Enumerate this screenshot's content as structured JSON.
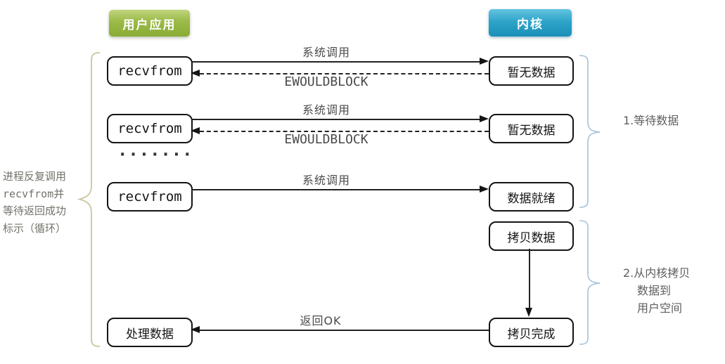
{
  "headers": {
    "user_app": "用户应用",
    "kernel": "内核"
  },
  "left_note": {
    "lines": [
      "进程反复调用",
      "recvfrom并",
      "等待返回成功",
      "标示（循环）"
    ]
  },
  "rows": [
    {
      "left": "recvfrom",
      "right": "暂无数据",
      "call_label": "系统调用",
      "return_label": "EWOULDBLOCK"
    },
    {
      "left": "recvfrom",
      "right": "暂无数据",
      "call_label": "系统调用",
      "return_label": "EWOULDBLOCK"
    },
    {
      "left": "recvfrom",
      "right": "数据就绪",
      "call_label": "系统调用"
    }
  ],
  "ellipsis": "·······",
  "bottom": {
    "copy_data": "拷贝数据",
    "copy_done": "拷贝完成",
    "process_data": "处理数据",
    "return_label": "返回OK"
  },
  "annotations": {
    "wait": "1.等待数据",
    "copy_lines": [
      "2.从内核拷贝",
      "数据到",
      "用户空间"
    ]
  },
  "colors": {
    "user_app_green": "#9cbb49",
    "kernel_blue": "#2ea4c9",
    "left_brace_tan": "#d0cba8",
    "right_brace_blue": "#a5c3da",
    "label_gray": "#4a4a4a",
    "note_gray": "#73726b",
    "box_border_black": "#141414"
  }
}
